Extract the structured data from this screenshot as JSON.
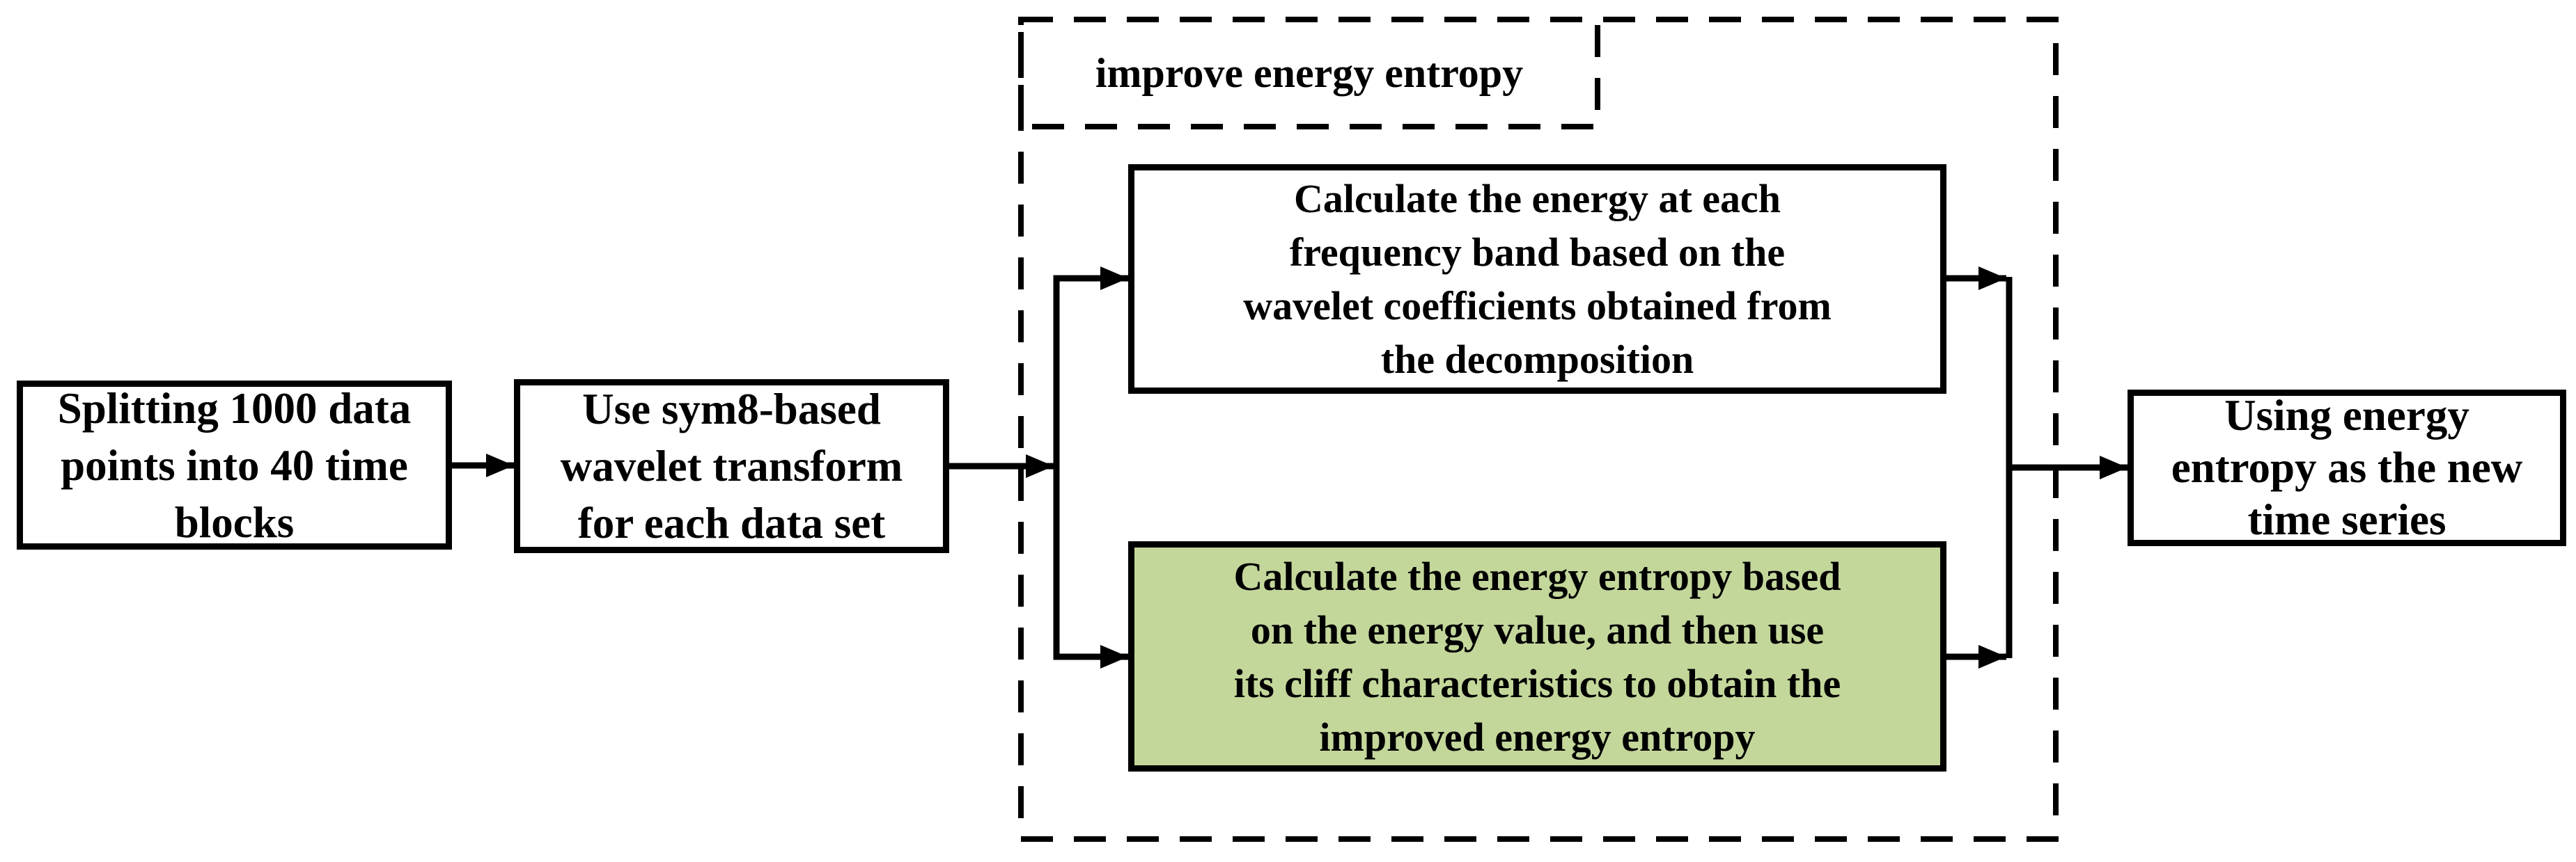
{
  "diagram": {
    "title_hint": "improved energy entropy flowchart",
    "group": {
      "label": "improve energy entropy"
    },
    "nodes": {
      "split": {
        "text": "Splitting 1000 data\npoints into 40 time\nblocks"
      },
      "wavelet": {
        "text": "Use sym8-based\nwavelet transform\nfor each data set"
      },
      "energy": {
        "text": "Calculate the energy at each\nfrequency band based on the\nwavelet coefficients obtained from\nthe decomposition"
      },
      "entropy": {
        "text": "Calculate the energy entropy based\non the energy value, and then use\nits cliff characteristics to obtain the\nimproved energy entropy"
      },
      "series": {
        "text": "Using energy\nentropy as the new\ntime series"
      }
    },
    "colors": {
      "line": "#000000",
      "box_background": "#ffffff",
      "highlight_background": "#c4d79b",
      "page_background": "#ffffff"
    }
  }
}
